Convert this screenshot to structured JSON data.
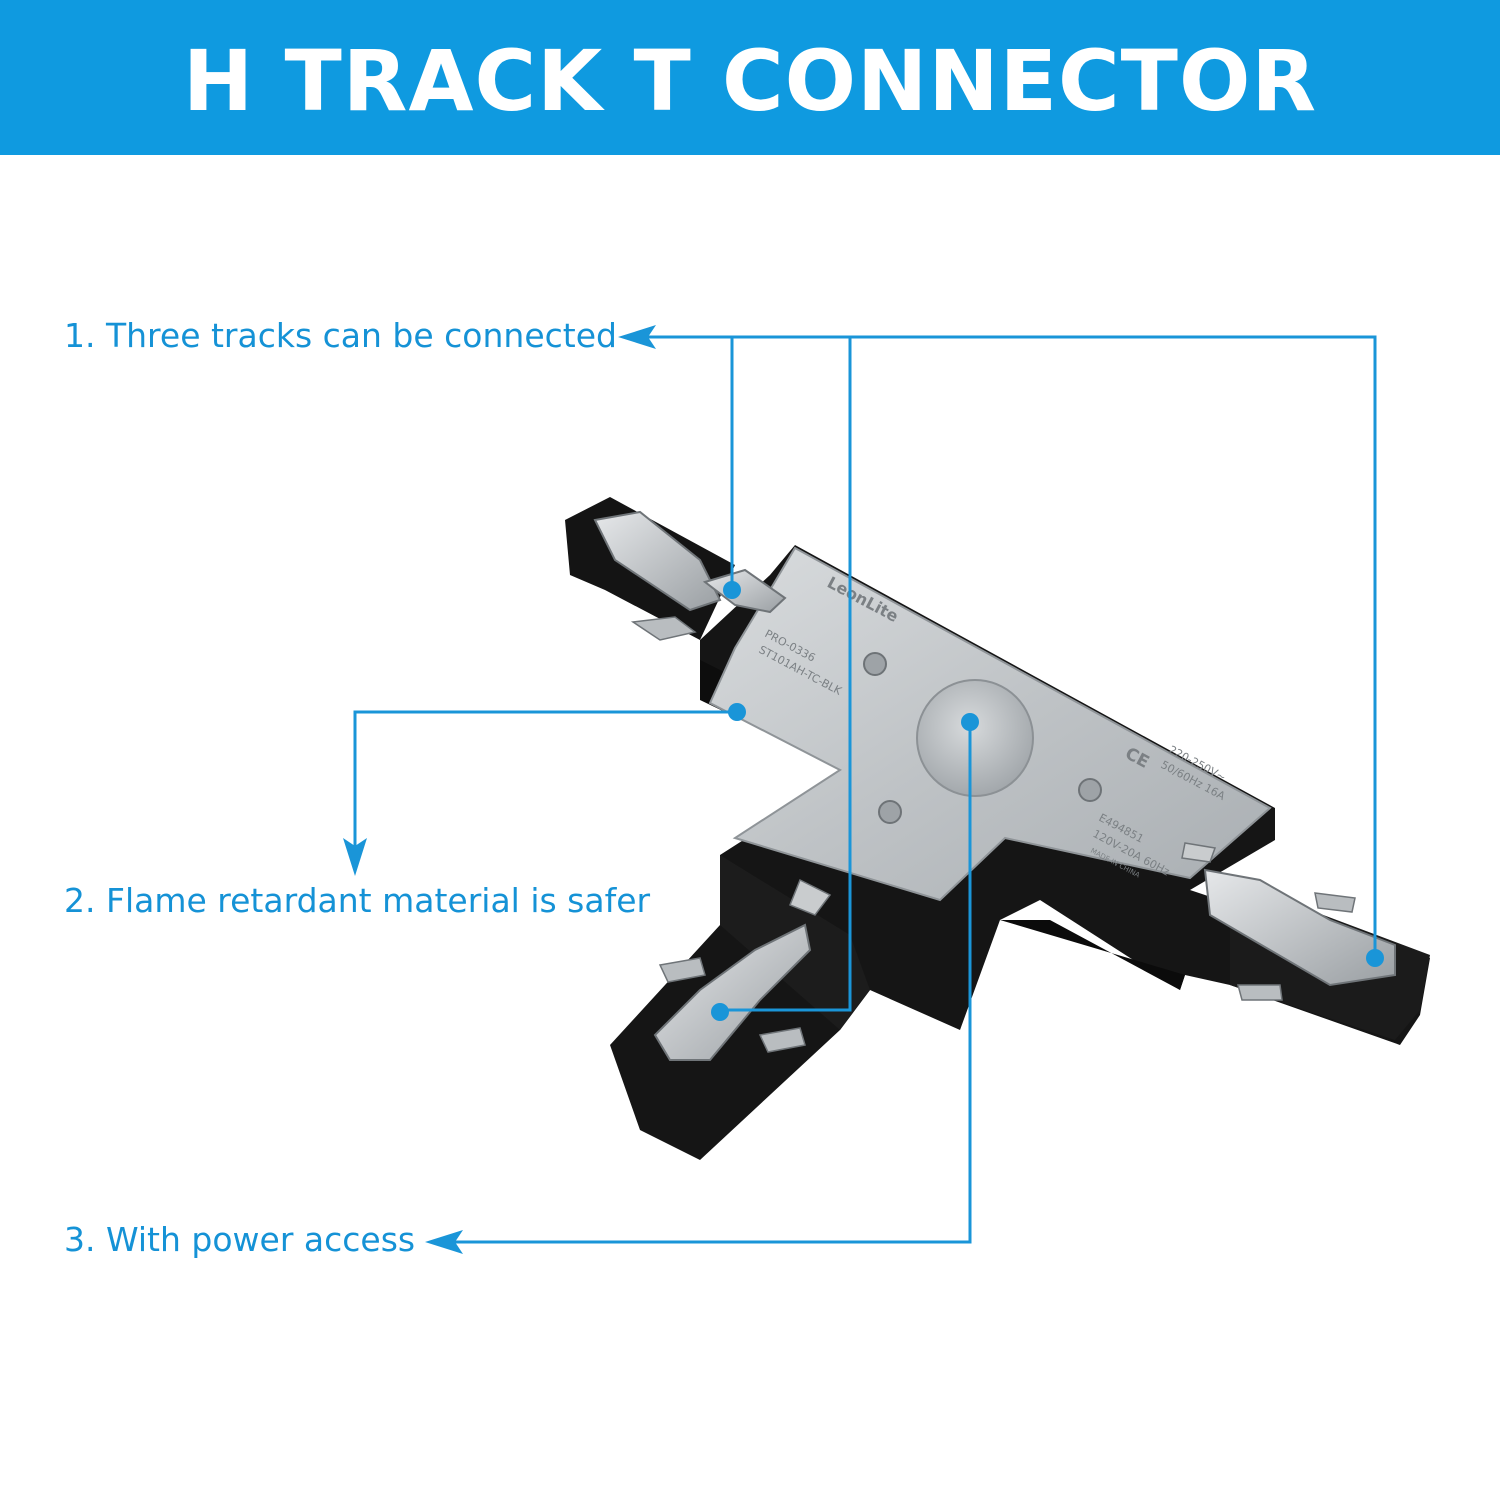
{
  "header": {
    "title": "H TRACK T CONNECTOR"
  },
  "callouts": [
    {
      "label": "1. Three tracks can be connected"
    },
    {
      "label": "2. Flame retardant material is safer"
    },
    {
      "label": "3. With power access"
    }
  ],
  "product": {
    "brand": "LeonLite",
    "model_code": "PRO-0336",
    "part_code": "ST101AH-TC-BLK",
    "rating_eu": "220-250V~",
    "rating_eu_freq": "50/60Hz 16A",
    "cert_id": "E494851",
    "rating_us": "120V-20A 60Hz",
    "origin": "MADE IN CHINA",
    "ce_mark": "CE"
  },
  "colors": {
    "accent": "#0F9AE0",
    "callout_text": "#1592D6",
    "leader_line": "#1A95D8",
    "housing": "#141414",
    "plate": "#C9CDD0"
  }
}
